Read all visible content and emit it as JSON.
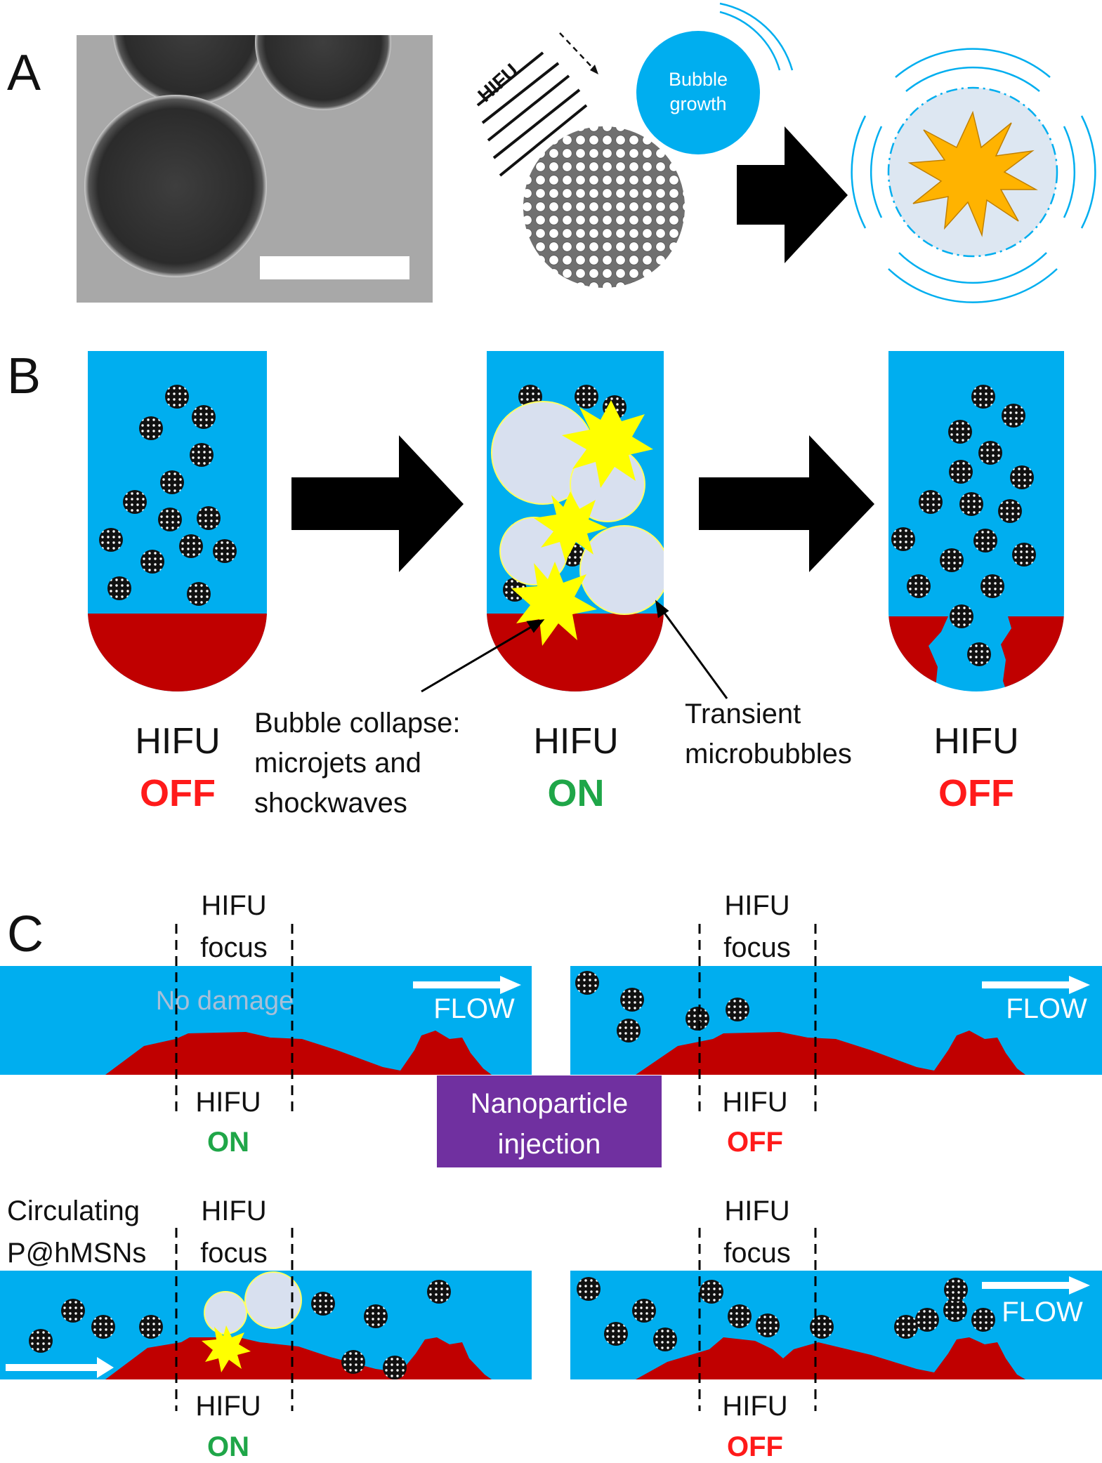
{
  "panels": {
    "a": {
      "letter": "A",
      "hifu_label": "HIFU",
      "bubble_label_1": "Bubble",
      "bubble_label_2": "growth"
    },
    "b": {
      "letter": "B",
      "col1": {
        "label": "HIFU",
        "status": "OFF"
      },
      "col2": {
        "label": "HIFU",
        "status": "ON"
      },
      "col3": {
        "label": "HIFU",
        "status": "OFF"
      },
      "annotation_left": [
        "Bubble collapse:",
        "microjets and",
        "shockwaves"
      ],
      "annotation_right": [
        "Transient",
        "microbubbles"
      ]
    },
    "c": {
      "letter": "C",
      "focus_label_1": "HIFU",
      "focus_label_2": "focus",
      "no_damage": "No damage",
      "flow": "FLOW",
      "injection_1": "Nanoparticle",
      "injection_2": "injection",
      "circulating_1": "Circulating",
      "circulating_2": "P@hMSNs",
      "hifu": "HIFU",
      "on": "ON",
      "off": "OFF"
    }
  },
  "colors": {
    "fluid_blue": "#00aeef",
    "clot_red": "#c00000",
    "on_green": "#1fa648",
    "off_red": "#ff1a1a",
    "bubble_fill": "#d8e0ef",
    "burst_yellow": "#ffff00",
    "burst_orange": "#ffb300",
    "injection_purple": "#7030a0"
  }
}
